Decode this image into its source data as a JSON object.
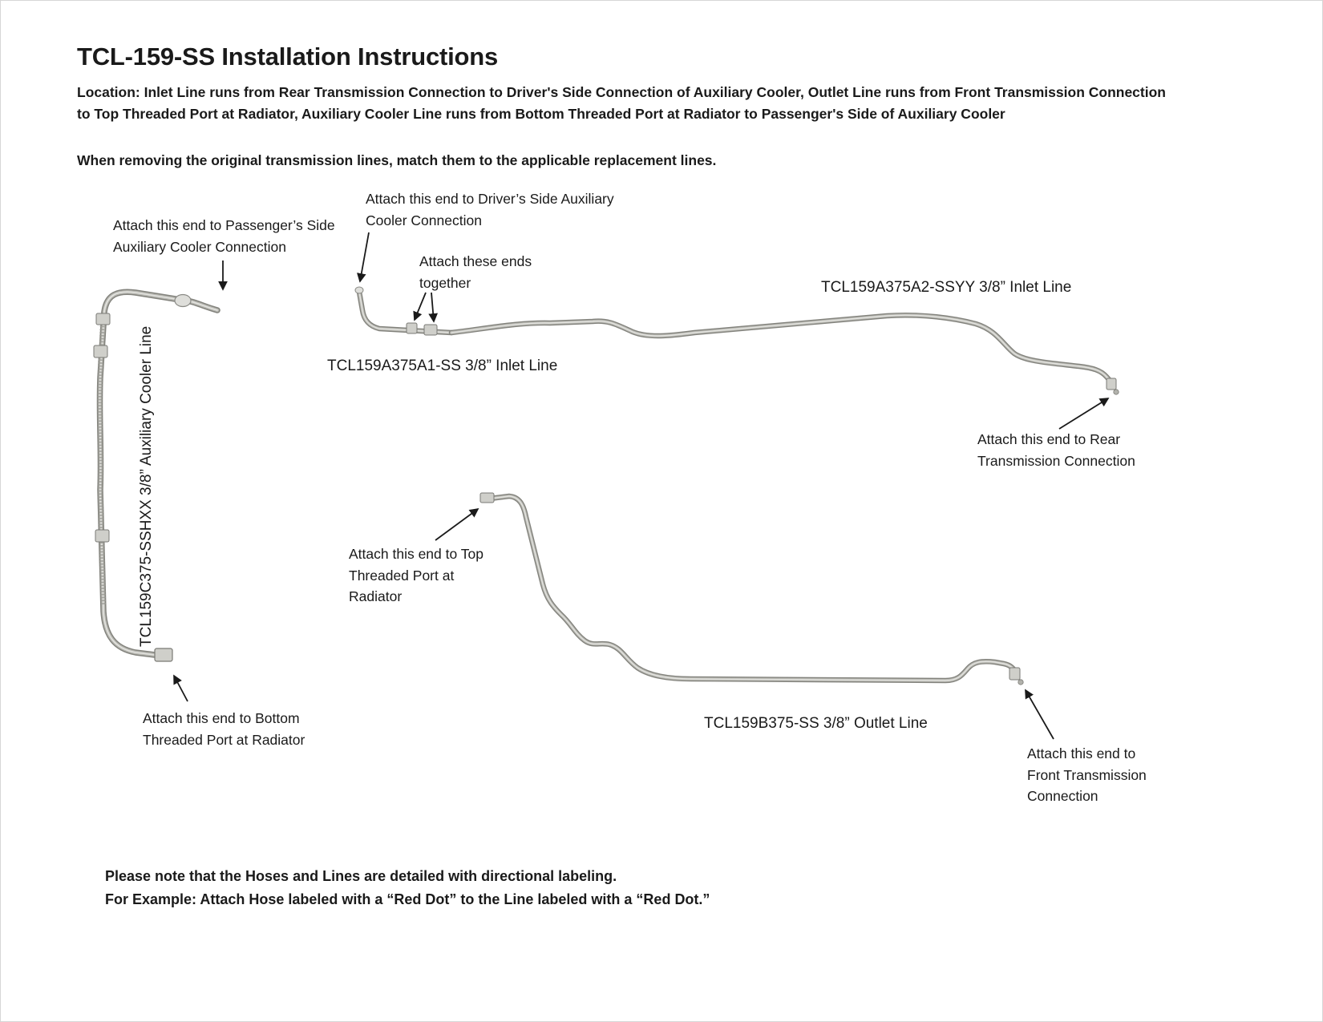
{
  "doc": {
    "title": "TCL-159-SS Installation Instructions",
    "location": "Location: Inlet Line runs from Rear Transmission Connection to Driver's Side Connection of Auxiliary Cooler, Outlet Line runs from Front Transmission Connection to Top Threaded Port at Radiator, Auxiliary Cooler Line runs from Bottom Threaded Port at Radiator to Passenger's Side of Auxiliary Cooler",
    "intro": "When removing the original transmission lines, match them to the applicable replacement lines.",
    "footer1": "Please note that the Hoses and Lines are detailed with directional labeling.",
    "footer2": "For Example: Attach Hose labeled with a “Red Dot” to the Line labeled with a “Red Dot.”"
  },
  "labels": {
    "passenger": "Attach this end to Passenger’s Side Auxiliary Cooler Connection",
    "driver": "Attach this end to Driver’s Side Auxiliary Cooler Connection",
    "together": "Attach these ends together",
    "inlet_a2": "TCL159A375A2-SSYY 3/8” Inlet Line",
    "inlet_a1": "TCL159A375A1-SS 3/8” Inlet Line",
    "aux_cooler": "TCL159C375-SSHXX  3/8” Auxiliary Cooler Line",
    "rear": "Attach this end to Rear Transmission Connection",
    "top_port": "Attach this end to Top Threaded Port at Radiator",
    "bottom_port": "Attach this end to Bottom Threaded Port at Radiator",
    "outlet": "TCL159B375-SS 3/8” Outlet Line",
    "front": "Attach this end to Front Transmission Connection"
  },
  "colors": {
    "text": "#1a1a1a",
    "tube_dark": "#82827c",
    "tube_mid": "#b9b9b3",
    "tube_light": "#e4e4e0",
    "braid": "#9a9a94",
    "fitting_fill": "#cfcfca",
    "fitting_stroke": "#7a7a75",
    "background": "#ffffff"
  }
}
